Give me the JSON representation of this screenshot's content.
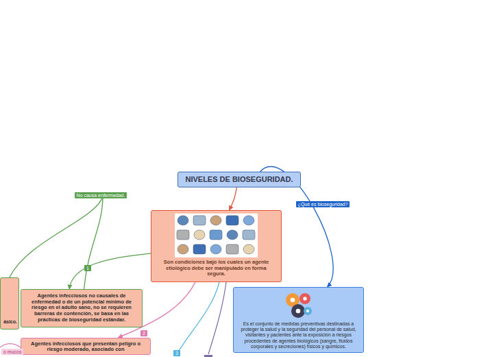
{
  "diagram": {
    "nodes": [
      {
        "text": [
          "NIVELES DE BIOSEGURIDAD."
        ]
      },
      {
        "text": [
          "Son condiciones bajo los cuales un agente etiológico debe ser manipulado en forma segura."
        ]
      },
      {
        "text": [
          "Es el conjunto de medidas preventivas destinadas a proteger la salud y la seguridad del personal de salud, visitantes y pacientes ante la exposición a riesgos procedentes de agentes biológicos (sangre, fluidos corporales y secreciones) físicos y químicos."
        ]
      },
      {
        "text": [
          "Agentes infecciosos no causales de enfermedad o de un potencial mínimo de riesgo en el adulto sano, no se requieren barreras de contención, se basa en las prácticas de bioseguridad estándar."
        ]
      },
      {
        "text": [
          "ásico."
        ]
      },
      {
        "text": [
          "Agentes infecciosos que presentan peligro o riesgo moderado, asociado con"
        ]
      }
    ],
    "edges": [
      {
        "from": 0,
        "to": 1,
        "arrow": "to"
      },
      {
        "from": 0,
        "to": 2,
        "label": "¿Qué es bioseguridad?",
        "arrow": "to"
      },
      {
        "from": 1,
        "to": 3,
        "label": "1",
        "arrow": "to"
      },
      {
        "from": 3,
        "to": 4,
        "label": "No causa enfermedad.",
        "arrow": "none"
      },
      {
        "from": 1,
        "to": 5,
        "label": "2",
        "arrow": "to"
      }
    ],
    "labels": [
      "3",
      "o mucos"
    ]
  }
}
